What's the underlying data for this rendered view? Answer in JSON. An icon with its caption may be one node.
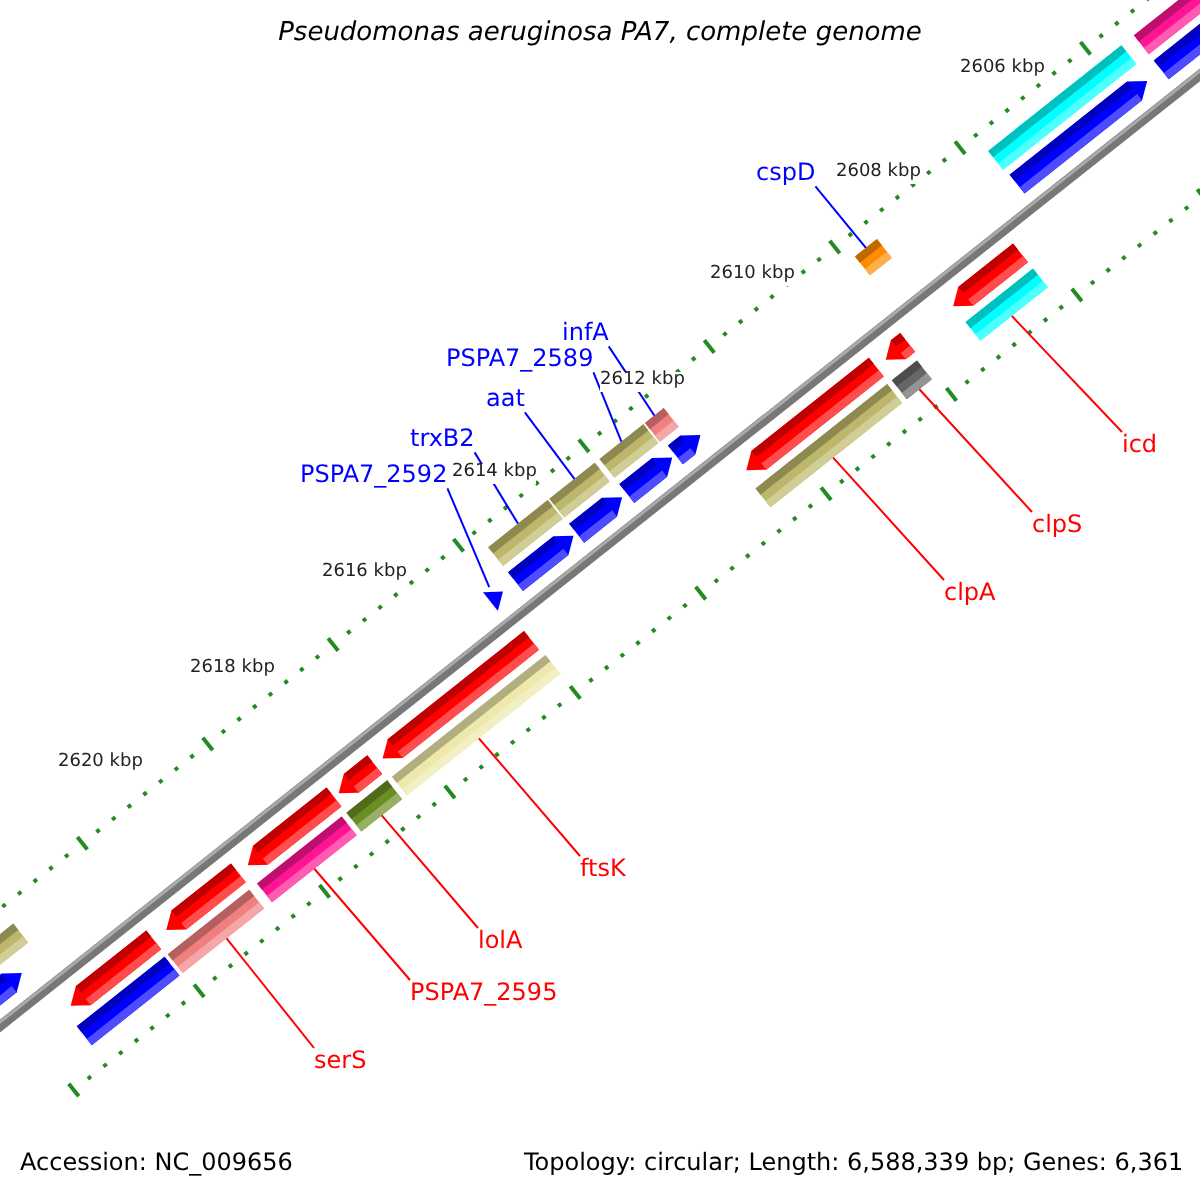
{
  "diagram": {
    "title": "Pseudomonas aeruginosa PA7, complete genome",
    "nodes": [
      {
        "text": [
          "cspD"
        ]
      },
      {
        "text": [
          "infA"
        ]
      },
      {
        "text": [
          "PSPA7_2589"
        ]
      },
      {
        "text": [
          "aat"
        ]
      },
      {
        "text": [
          "trxB2"
        ]
      },
      {
        "text": [
          "PSPA7_2592"
        ]
      },
      {
        "text": [
          "icd"
        ]
      },
      {
        "text": [
          "clpS"
        ]
      },
      {
        "text": [
          "clpA"
        ]
      },
      {
        "text": [
          "ftsK"
        ]
      },
      {
        "text": [
          "lolA"
        ]
      },
      {
        "text": [
          "PSPA7_2595"
        ]
      },
      {
        "text": [
          "serS"
        ]
      },
      {
        "text": [],
        "shape": "bar"
      },
      {
        "text": [],
        "shape": "bar"
      },
      {
        "text": [],
        "shape": "bar"
      },
      {
        "text": [],
        "shape": "bar"
      },
      {
        "text": [],
        "shape": "bar"
      },
      {
        "text": [],
        "shape": "bar"
      },
      {
        "text": [],
        "shape": "bar"
      },
      {
        "text": [],
        "shape": "bar"
      },
      {
        "text": [],
        "shape": "bar"
      },
      {
        "text": [],
        "shape": "bar"
      },
      {
        "text": [],
        "shape": "bar"
      },
      {
        "text": [],
        "shape": "bar"
      },
      {
        "text": [],
        "shape": "bar"
      }
    ],
    "edges": [
      {
        "from": 0,
        "to": 13,
        "arrow": "none",
        "color": "#0000ff"
      },
      {
        "from": 1,
        "to": 14,
        "arrow": "none",
        "color": "#0000ff"
      },
      {
        "from": 2,
        "to": 15,
        "arrow": "none",
        "color": "#0000ff"
      },
      {
        "from": 3,
        "to": 16,
        "arrow": "none",
        "color": "#0000ff"
      },
      {
        "from": 4,
        "to": 17,
        "arrow": "none",
        "color": "#0000ff"
      },
      {
        "from": 5,
        "to": 18,
        "arrow": "none",
        "color": "#0000ff"
      },
      {
        "from": 6,
        "to": 19,
        "arrow": "none"
      },
      {
        "from": 7,
        "to": 20,
        "arrow": "none"
      },
      {
        "from": 8,
        "to": 21,
        "arrow": "none"
      },
      {
        "from": 9,
        "to": 22,
        "arrow": "none"
      },
      {
        "from": 10,
        "to": 23,
        "arrow": "none"
      },
      {
        "from": 11,
        "to": 24,
        "arrow": "none"
      },
      {
        "from": 12,
        "to": 25,
        "arrow": "none"
      }
    ],
    "labels": [
      "2606 kbp",
      "2608 kbp",
      "2610 kbp",
      "2612 kbp",
      "2614 kbp",
      "2616 kbp",
      "2618 kbp",
      "2620 kbp",
      "Accession: NC_009656",
      "Topology: circular; Length: 6,588,339 bp; Genes: 6,361"
    ]
  }
}
